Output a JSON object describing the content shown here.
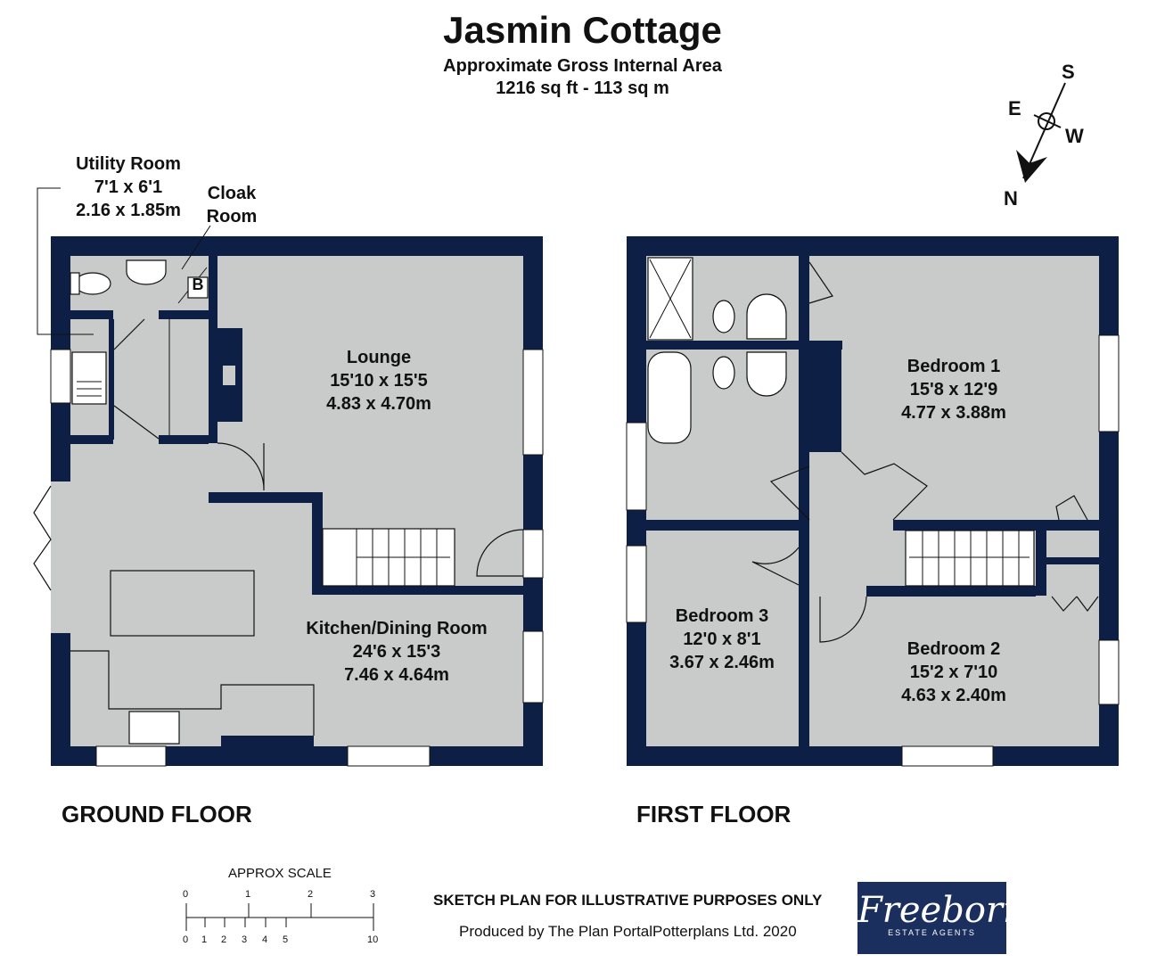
{
  "title": "Jasmin Cottage",
  "area_line1": "Approximate Gross Internal Area",
  "area_line2": "1216 sq ft - 113 sq m",
  "compass": {
    "n": "N",
    "s": "S",
    "e": "E",
    "w": "W"
  },
  "ground_floor": {
    "label": "GROUND FLOOR",
    "utility": {
      "name": "Utility Room",
      "imperial": "7'1 x 6'1",
      "metric": "2.16 x 1.85m"
    },
    "cloak": {
      "line1": "Cloak",
      "line2": "Room"
    },
    "boiler": "B",
    "lounge": {
      "name": "Lounge",
      "imperial": "15'10 x 15'5",
      "metric": "4.83 x 4.70m"
    },
    "kitchen": {
      "name": "Kitchen/Dining Room",
      "imperial": "24'6 x 15'3",
      "metric": "7.46 x 4.64m"
    }
  },
  "first_floor": {
    "label": "FIRST FLOOR",
    "bedroom1": {
      "name": "Bedroom 1",
      "imperial": "15'8 x 12'9",
      "metric": "4.77 x 3.88m"
    },
    "bedroom2": {
      "name": "Bedroom 2",
      "imperial": "15'2 x 7'10",
      "metric": "4.63 x 2.40m"
    },
    "bedroom3": {
      "name": "Bedroom 3",
      "imperial": "12'0 x 8'1",
      "metric": "3.67 x 2.46m"
    }
  },
  "scale": {
    "title": "APPROX SCALE",
    "top_ticks": [
      "0",
      "1",
      "2",
      "3"
    ],
    "bottom_ticks": [
      "0",
      "1",
      "2",
      "3",
      "4",
      "5",
      "10"
    ]
  },
  "disclaimer": "SKETCH PLAN FOR ILLUSTRATIVE PURPOSES ONLY",
  "produced_by": "Produced by The Plan PortalPotterplans Ltd. 2020",
  "logo": {
    "name": "Freeborns",
    "sub": "ESTATE AGENTS"
  },
  "colors": {
    "wall": "#0e1f45",
    "floor": "#c9cbcb",
    "background": "#ffffff"
  }
}
